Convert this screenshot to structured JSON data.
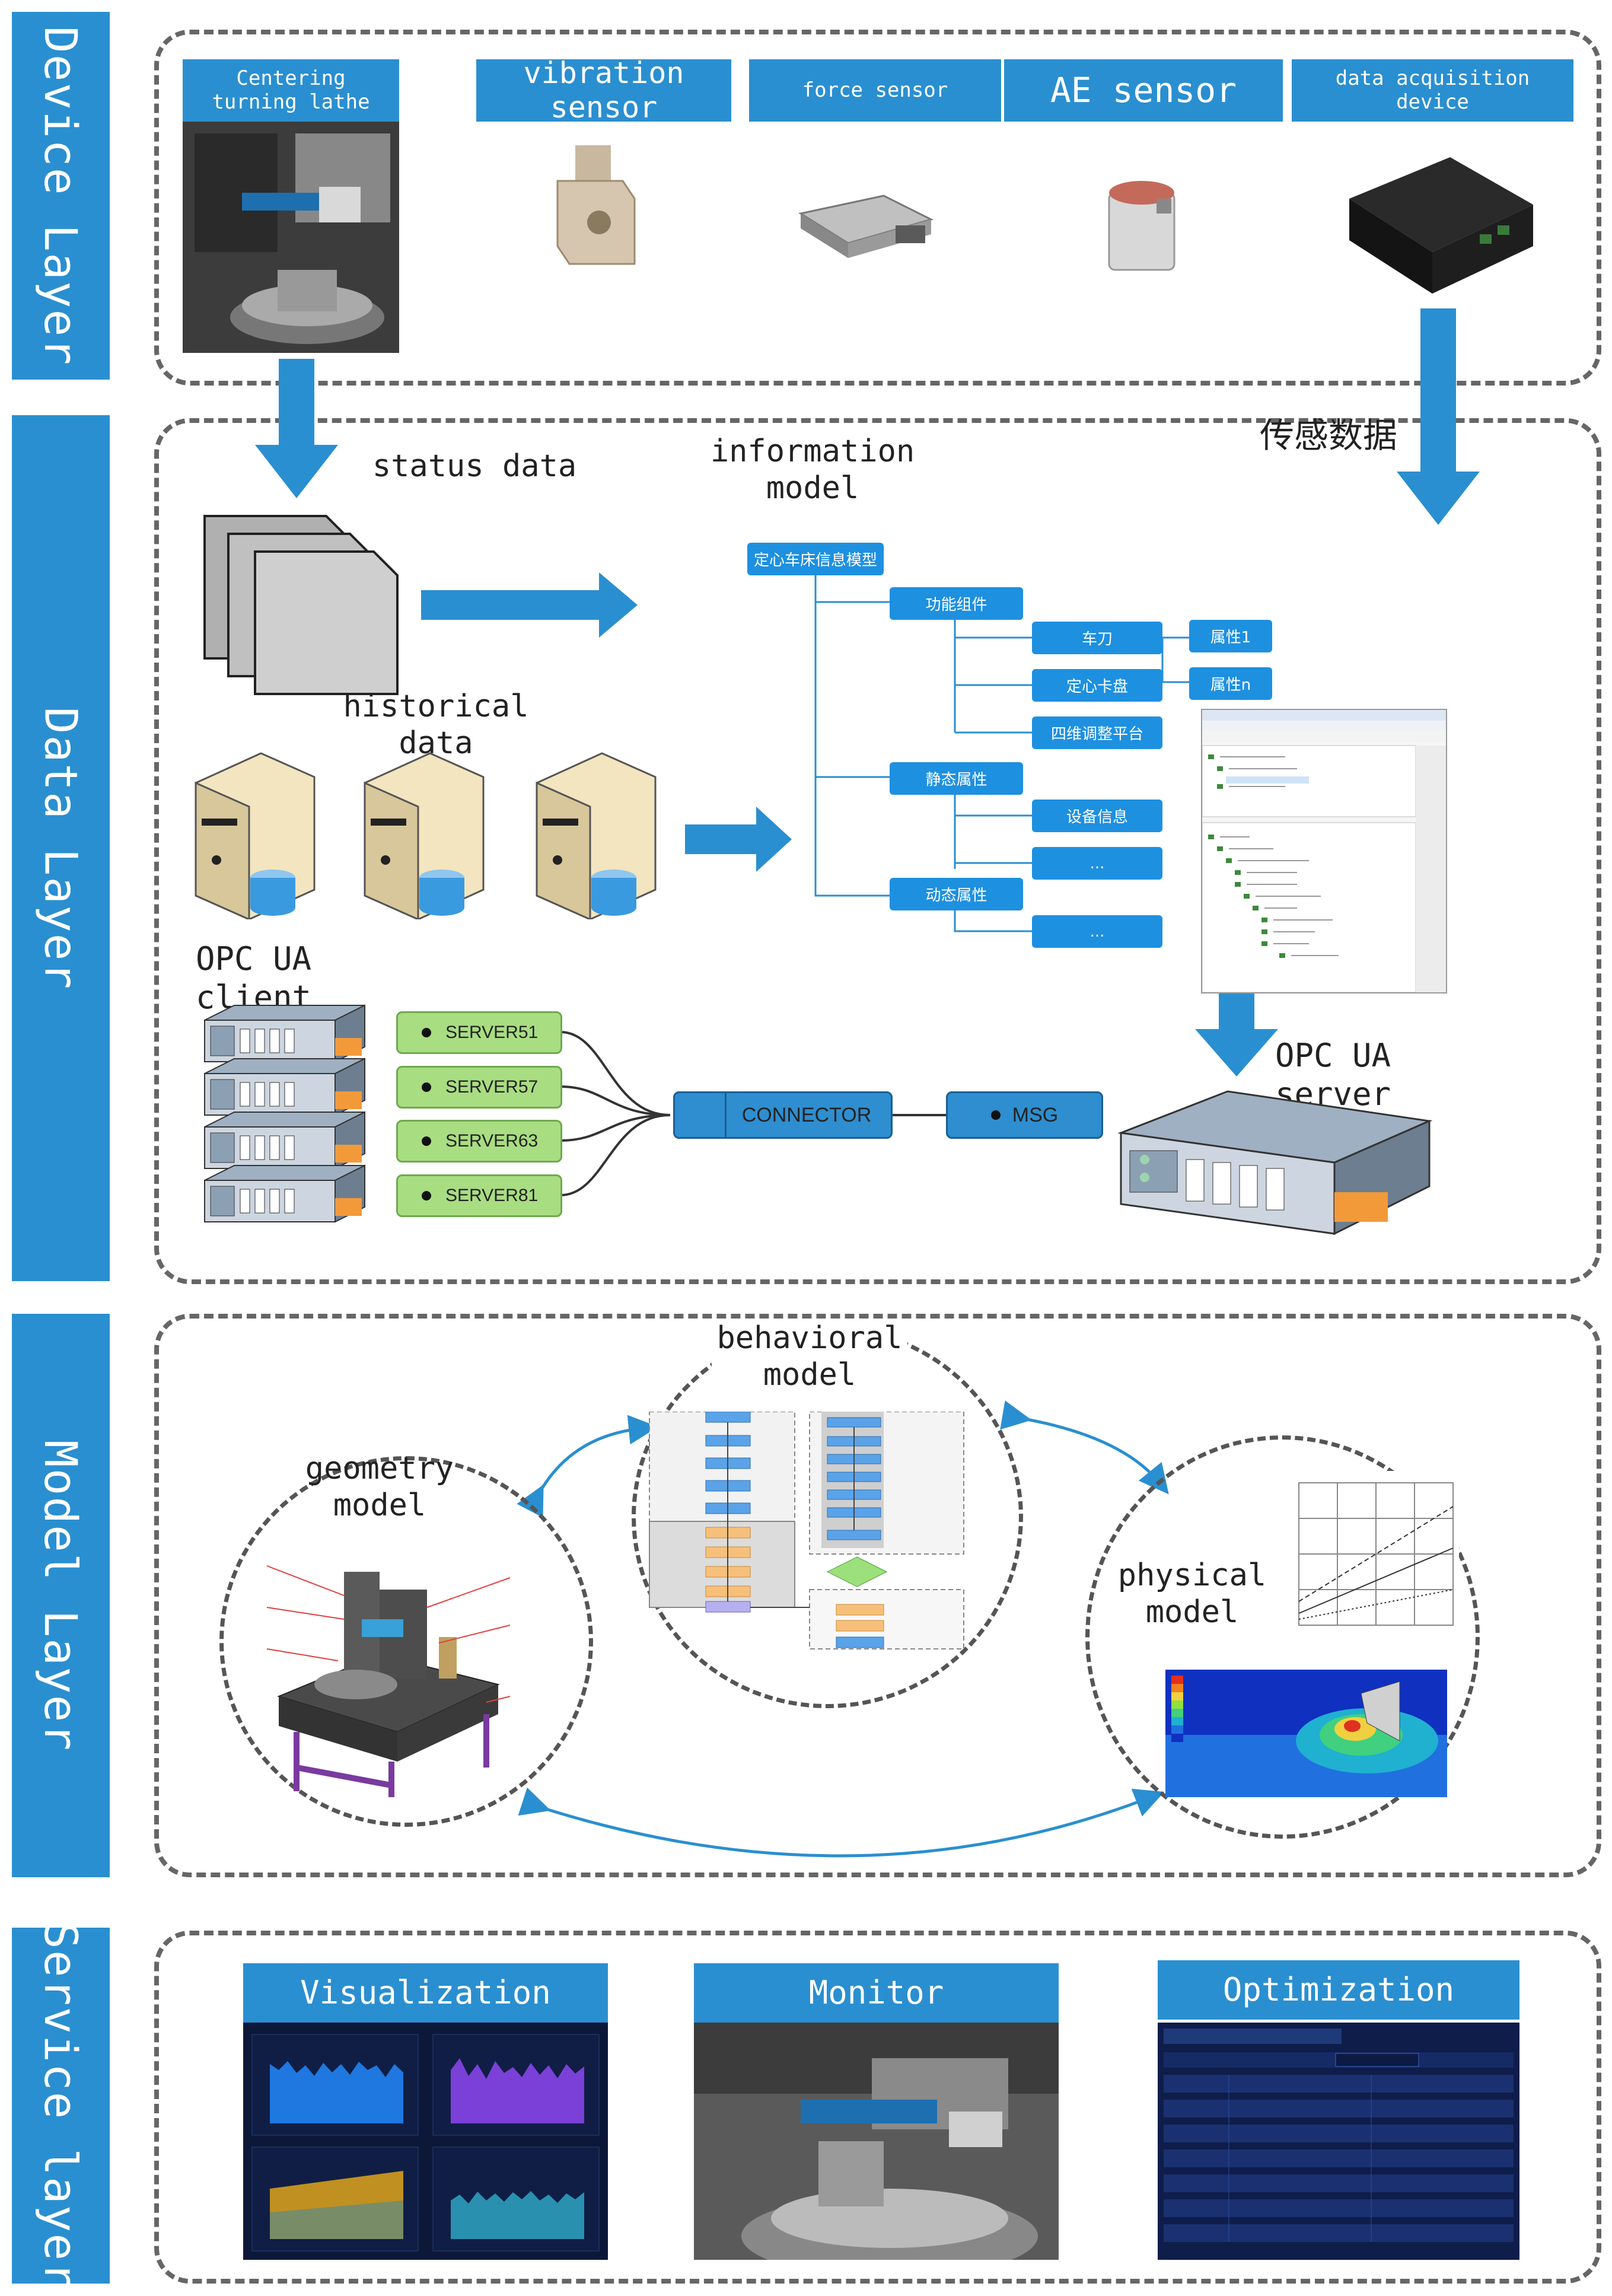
{
  "layers": {
    "device": "Device Layer",
    "data": "Data Layer",
    "model": "Model Layer",
    "service": "Service layer"
  },
  "device": {
    "lathe": "Centering turning lathe",
    "vibration": "vibration sensor",
    "force": "force sensor",
    "ae": "AE sensor",
    "daq": "data acquisition device"
  },
  "data": {
    "status_data": "status data",
    "info_model": "information model",
    "sensor_data": "传感数据",
    "historical": "historical data",
    "opc_client": "OPC UA client",
    "opc_server": "OPC UA server",
    "servers": [
      "SERVER51",
      "SERVER57",
      "SERVER63",
      "SERVER81"
    ],
    "connector": "CONNECTOR",
    "msg": "MSG",
    "tree": {
      "root": "定心车床信息模型",
      "func": "功能组件",
      "static": "静态属性",
      "dynamic": "动态属性",
      "tool": "车刀",
      "chuck": "定心卡盘",
      "platform": "四维调整平台",
      "attr1": "属性1",
      "attrn": "属性n",
      "devinfo": "设备信息",
      "dots": "..."
    }
  },
  "model": {
    "behavioral": "behavioral model",
    "geometry": "geometry model",
    "physical": "physical model"
  },
  "service": {
    "visualization": "Visualization",
    "monitor": "Monitor",
    "optimization": "Optimization"
  },
  "colors": {
    "accent": "#2a8fd0",
    "tree_node": "#1e90e0",
    "green_node": "#a9dd82",
    "dash": "#666666"
  }
}
